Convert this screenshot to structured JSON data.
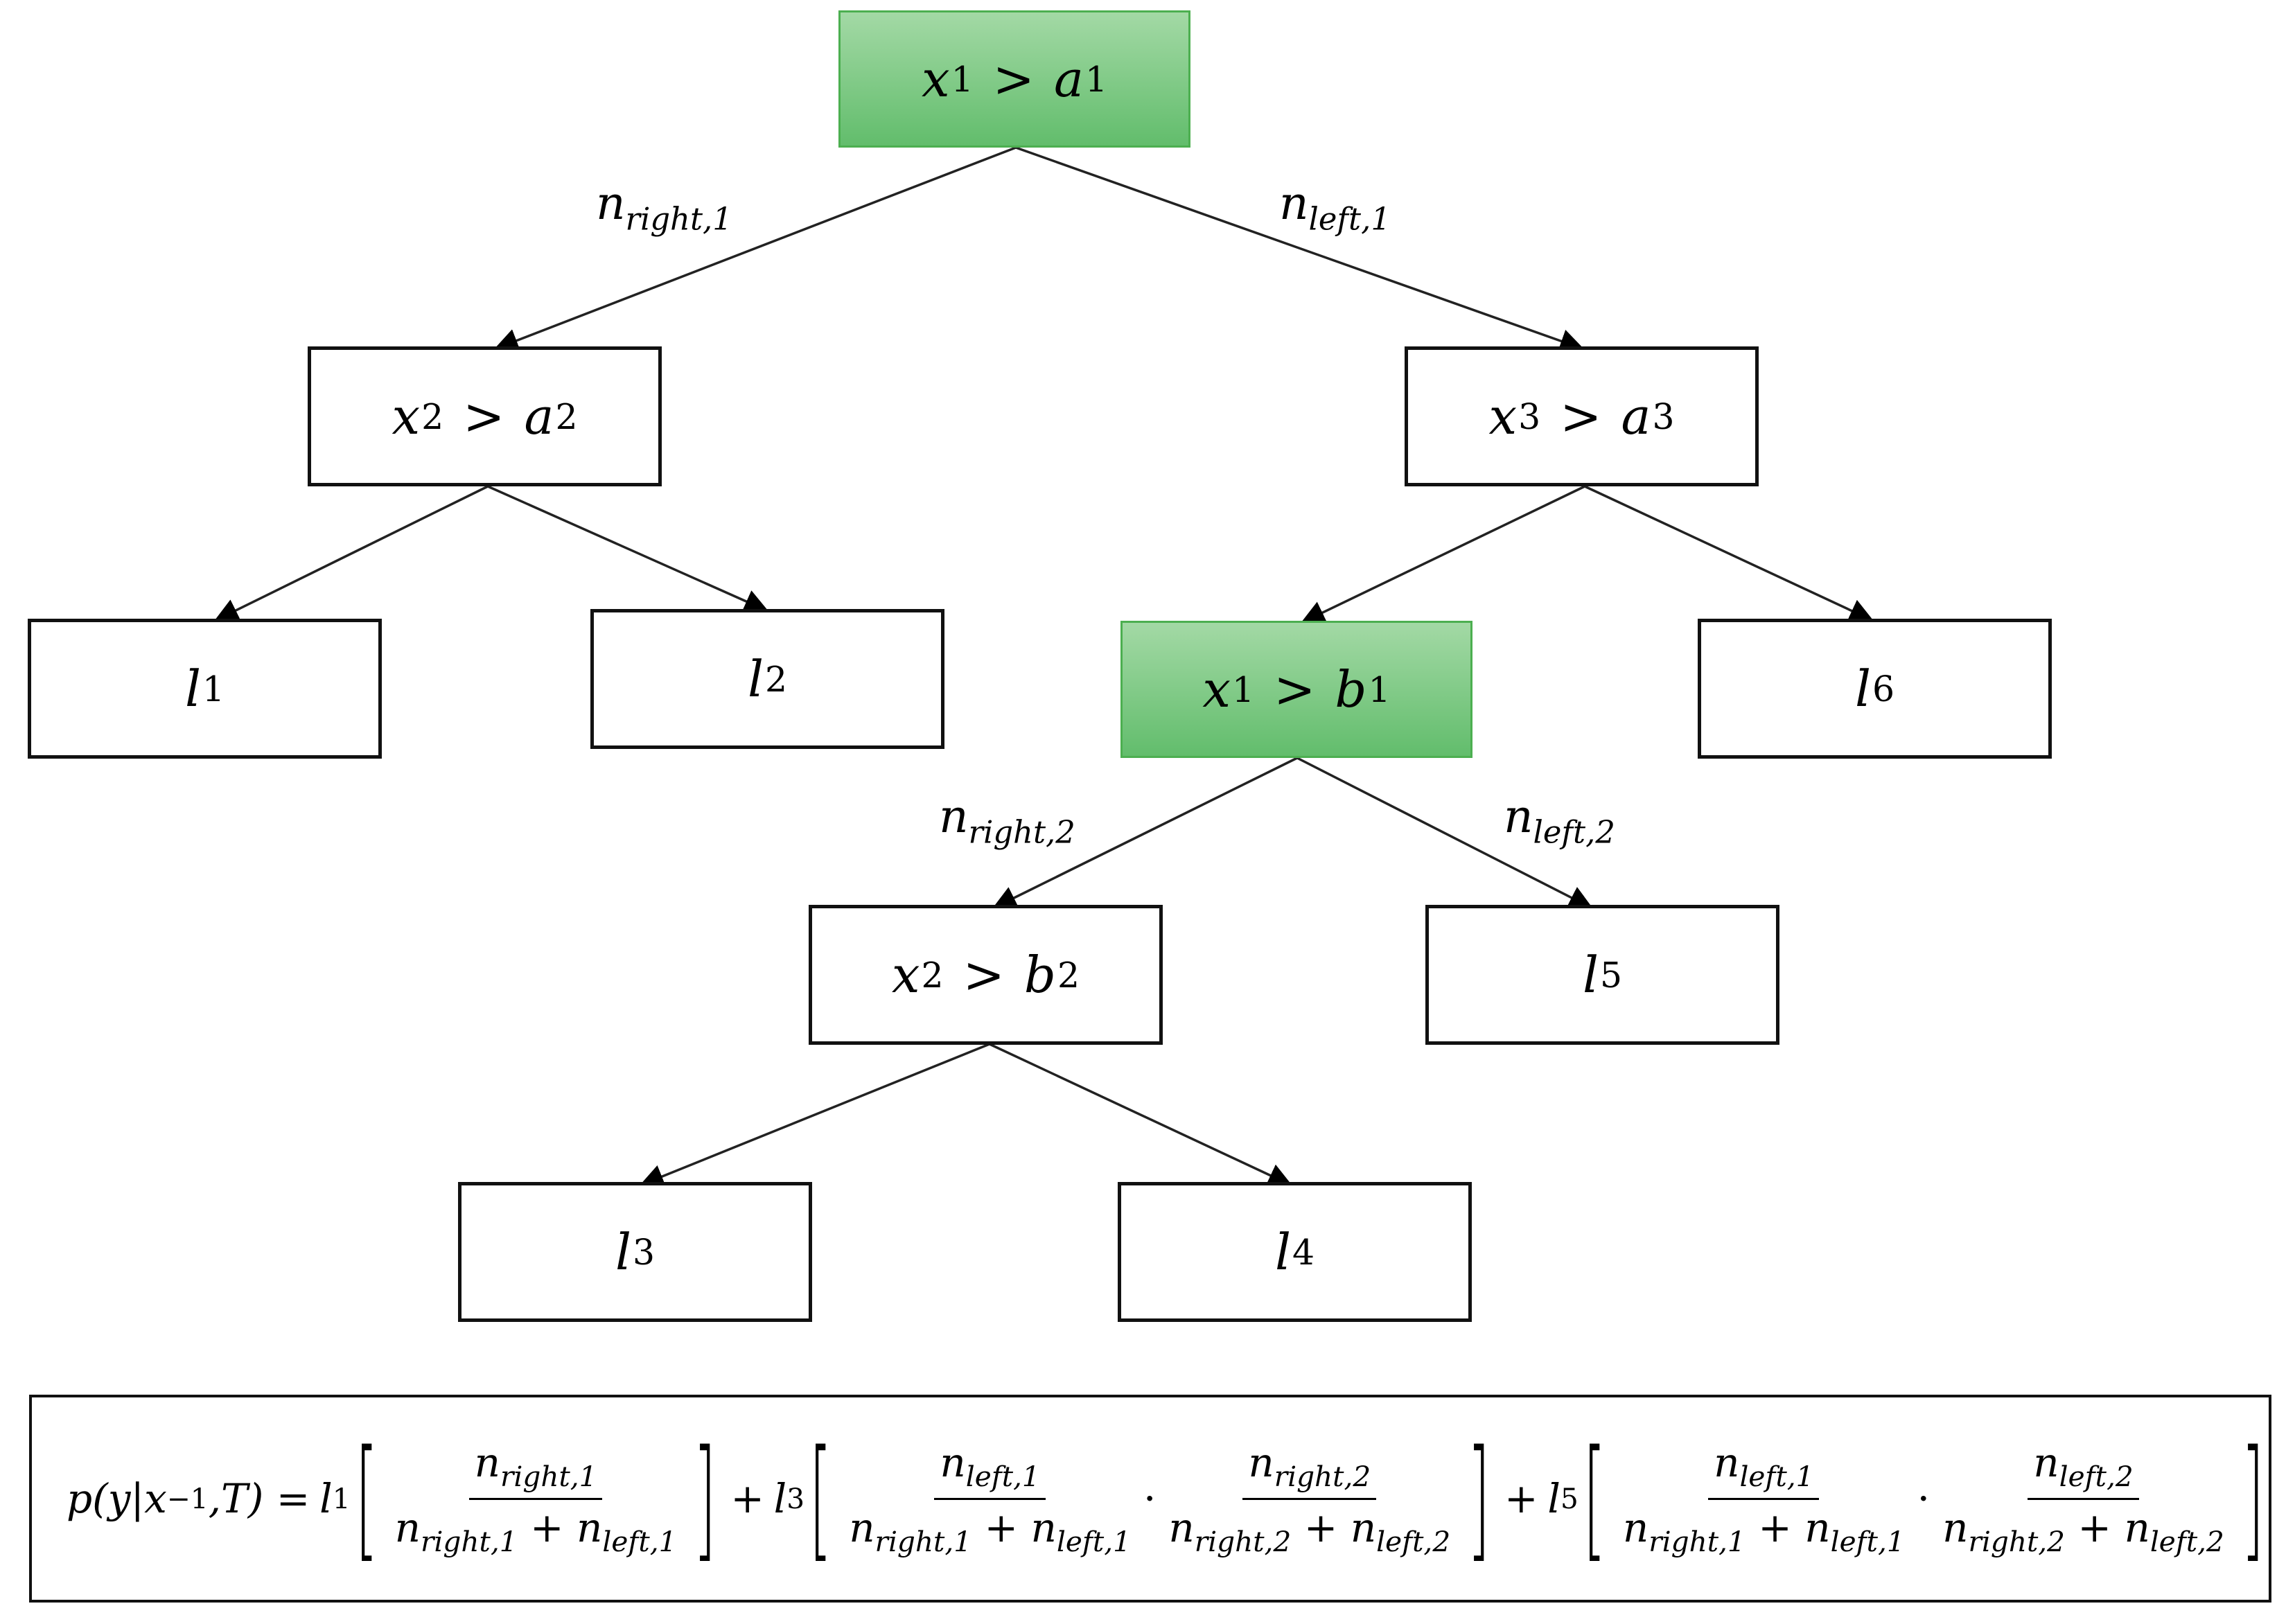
{
  "nodes": [
    {
      "id": "root",
      "var": "x",
      "var_sub": "1",
      "op": ">",
      "thr": "a",
      "thr_sub": "1",
      "highlight": true
    },
    {
      "id": "n-x2-a2",
      "var": "x",
      "var_sub": "2",
      "op": ">",
      "thr": "a",
      "thr_sub": "2",
      "highlight": false
    },
    {
      "id": "n-x3-a3",
      "var": "x",
      "var_sub": "3",
      "op": ">",
      "thr": "a",
      "thr_sub": "3",
      "highlight": false
    },
    {
      "id": "n-x1-b1",
      "var": "x",
      "var_sub": "1",
      "op": ">",
      "thr": "b",
      "thr_sub": "1",
      "highlight": true
    },
    {
      "id": "n-x2-b2",
      "var": "x",
      "var_sub": "2",
      "op": ">",
      "thr": "b",
      "thr_sub": "2",
      "highlight": false
    }
  ],
  "leaves": [
    {
      "id": "leaf-l1",
      "name": "l",
      "sub": "1"
    },
    {
      "id": "leaf-l2",
      "name": "l",
      "sub": "2"
    },
    {
      "id": "leaf-l6",
      "name": "l",
      "sub": "6"
    },
    {
      "id": "leaf-l5",
      "name": "l",
      "sub": "5"
    },
    {
      "id": "leaf-l3",
      "name": "l",
      "sub": "3"
    },
    {
      "id": "leaf-l4",
      "name": "l",
      "sub": "4"
    }
  ],
  "edge_labels": [
    {
      "id": "n-right-1",
      "base": "n",
      "sub": "right,1"
    },
    {
      "id": "n-left-1",
      "base": "n",
      "sub": "left,1"
    },
    {
      "id": "n-right-2",
      "base": "n",
      "sub": "right,2"
    },
    {
      "id": "n-left-2",
      "base": "n",
      "sub": "left,2"
    }
  ],
  "formula": {
    "lhs": "p(y|x",
    "lhs_sub": "−1",
    "lhs_tail": ",T) =",
    "plus": "+",
    "dot": "·",
    "n": "n",
    "l": "l",
    "s_right1": "right,1",
    "s_left1": "left,1",
    "s_right2": "right,2",
    "s_left2": "left,2",
    "l1": "1",
    "l3": "3",
    "l5": "5"
  },
  "colors": {
    "highlight_top": "#a3d9a5",
    "highlight_bottom": "#62bd6c",
    "stroke": "#111111"
  }
}
